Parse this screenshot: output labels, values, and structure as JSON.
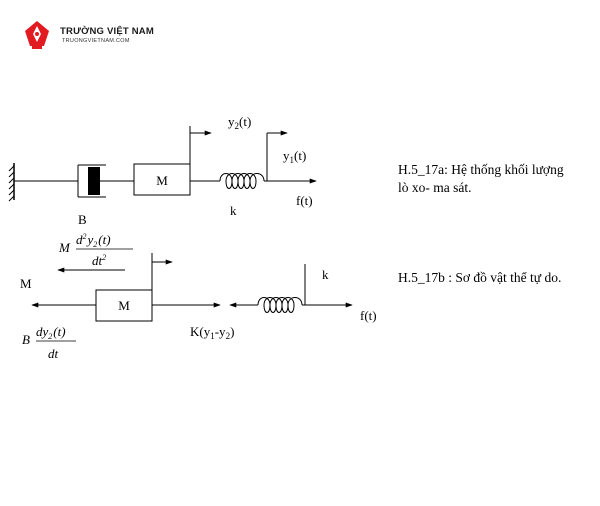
{
  "logo": {
    "name": "TRƯỜNG VIỆT NAM",
    "url": "TRUONGVIETNAM.COM",
    "brand_color": "#e21b23"
  },
  "figure_a": {
    "damper_label": "B",
    "mass_label": "M",
    "spring_label": "k",
    "y2_label": "y",
    "y2_sub": "2",
    "y2_arg": "(t)",
    "y1_label": "y",
    "y1_sub": "1",
    "y1_arg": "(t)",
    "force_label": "f(t)",
    "caption_line1": "H.5_17a: Hệ thống khối lượng",
    "caption_line2": "lò xo- ma sát."
  },
  "figure_b": {
    "inertia_coef": "M",
    "inertia_num_d": "d",
    "inertia_num_sup": "2",
    "inertia_num_y": "y",
    "inertia_num_sub": "2",
    "inertia_num_arg": "(t)",
    "inertia_den": "dt",
    "inertia_den_sup": "2",
    "left_label": "M",
    "mass_label": "M",
    "damper_coef": "B",
    "damper_num_dy": "dy",
    "damper_num_sub": "2",
    "damper_num_arg": "(t)",
    "damper_den": "dt",
    "spring_force_k": "K(y",
    "spring_force_s1": "1",
    "spring_force_mid": "-y",
    "spring_force_s2": "2",
    "spring_force_end": ")",
    "spring_label": "k",
    "force_label": "f(t)",
    "caption": "H.5_17b : Sơ đồ vật thể tự do."
  }
}
